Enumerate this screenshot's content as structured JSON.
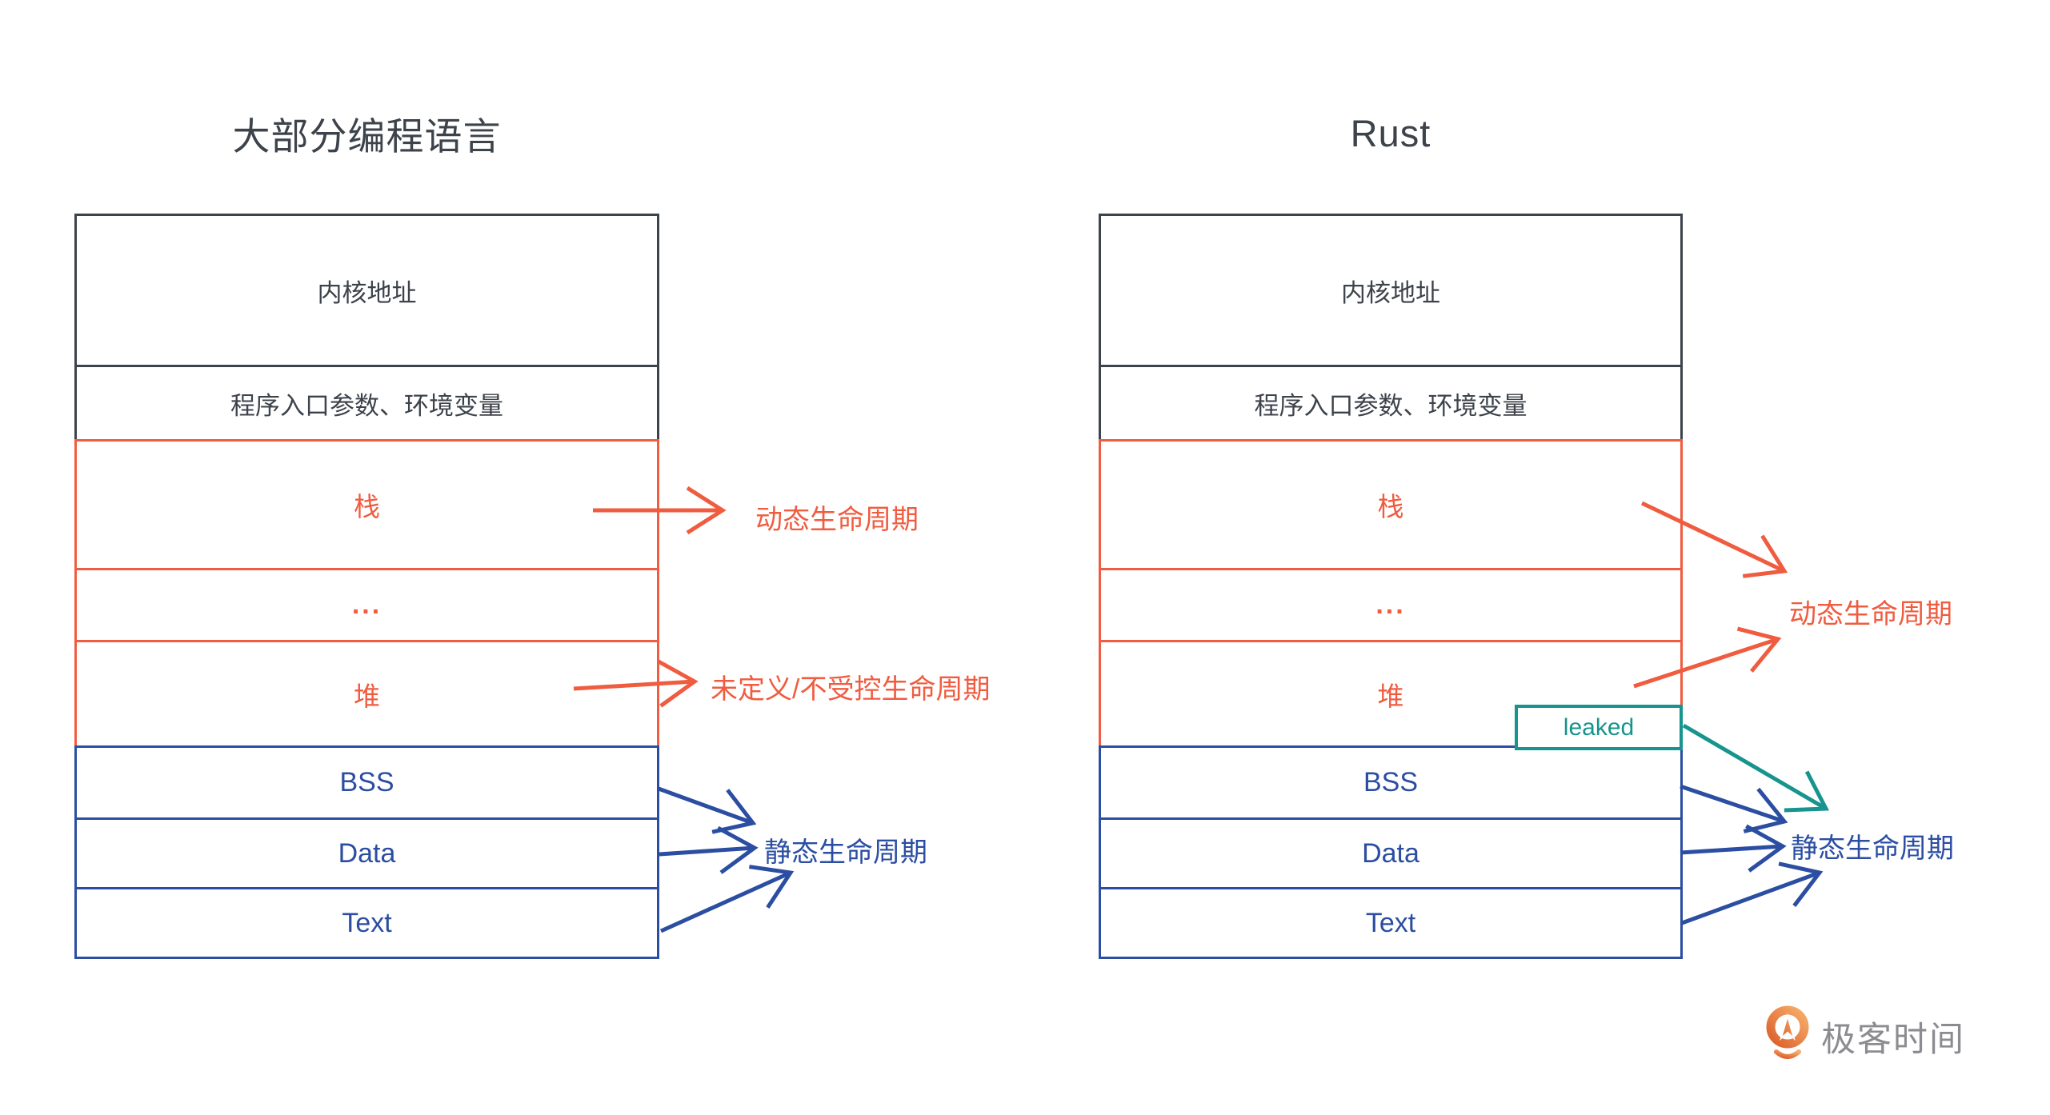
{
  "colors": {
    "dark_border": "#3C434C",
    "dark_text": "#3D434B",
    "orange": "#F05C40",
    "blue": "#2B4EA2",
    "teal": "#17948D",
    "logo_orange_dark": "#DC5F2B",
    "logo_orange_light": "#F6AE6B",
    "logo_text_gray": "#8C8C90",
    "background": "#FFFFFF"
  },
  "left": {
    "title": "大部分编程语言",
    "rows": [
      {
        "label": "内核地址"
      },
      {
        "label": "程序入口参数、环境变量"
      },
      {
        "label": "栈"
      },
      {
        "label": "..."
      },
      {
        "label": "堆"
      },
      {
        "label": "BSS"
      },
      {
        "label": "Data"
      },
      {
        "label": "Text"
      }
    ],
    "annotations": {
      "dynamic": "动态生命周期",
      "uncontrolled": "未定义/不受控生命周期",
      "static": "静态生命周期"
    }
  },
  "right": {
    "title": "Rust",
    "rows": [
      {
        "label": "内核地址"
      },
      {
        "label": "程序入口参数、环境变量"
      },
      {
        "label": "栈"
      },
      {
        "label": "..."
      },
      {
        "label": "堆"
      },
      {
        "label": "BSS"
      },
      {
        "label": "Data"
      },
      {
        "label": "Text"
      }
    ],
    "leaked_label": "leaked",
    "annotations": {
      "dynamic": "动态生命周期",
      "static": "静态生命周期"
    }
  },
  "footer": {
    "brand": "极客时间"
  }
}
